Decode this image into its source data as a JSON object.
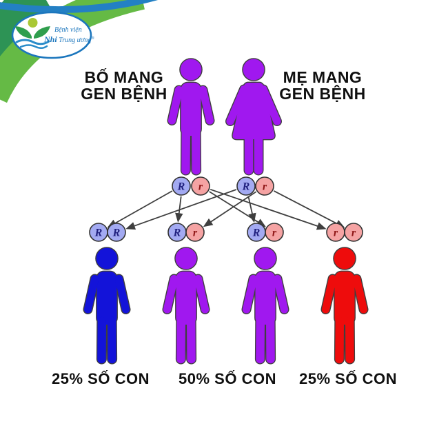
{
  "logo": {
    "line1": "Bệnh viện",
    "name_bold": "Nhi",
    "name_rest": " Trung ương",
    "registered_mark": "®"
  },
  "parents": {
    "father_label_line1": "BỐ MANG",
    "father_label_line2": "GEN BỆNH",
    "mother_label_line1": "MẸ MANG",
    "mother_label_line2": "GEN BỆNH",
    "father_alleles": [
      "R",
      "r"
    ],
    "mother_alleles": [
      "R",
      "r"
    ]
  },
  "children": [
    {
      "alleles": [
        "R",
        "R"
      ]
    },
    {
      "alleles": [
        "R",
        "r"
      ]
    },
    {
      "alleles": [
        "R",
        "r"
      ]
    },
    {
      "alleles": [
        "r",
        "r"
      ]
    }
  ],
  "outcomes": {
    "left": "25% SỐ CON",
    "middle": "50% SỐ CON",
    "right": "25% SỐ CON"
  },
  "colors": {
    "parent_purple": "#A018EF",
    "child_blue": "#1313D9",
    "child_purple": "#A018EF",
    "child_red": "#EE0C0C",
    "allele_R_fill": "#A3AAF2",
    "allele_R_text": "#20207E",
    "allele_r_fill": "#F5A3A3",
    "allele_r_text": "#8F1616",
    "line": "#3F3F3F",
    "band_green": "#65BA45",
    "band_teal": "#2D9355",
    "band_blue": "#2380C4",
    "logo_blue": "#1B76BD",
    "leaf_green": "#2F9E4D",
    "bud_green": "#A9C835",
    "wave_blue": "#2A8CC9"
  }
}
